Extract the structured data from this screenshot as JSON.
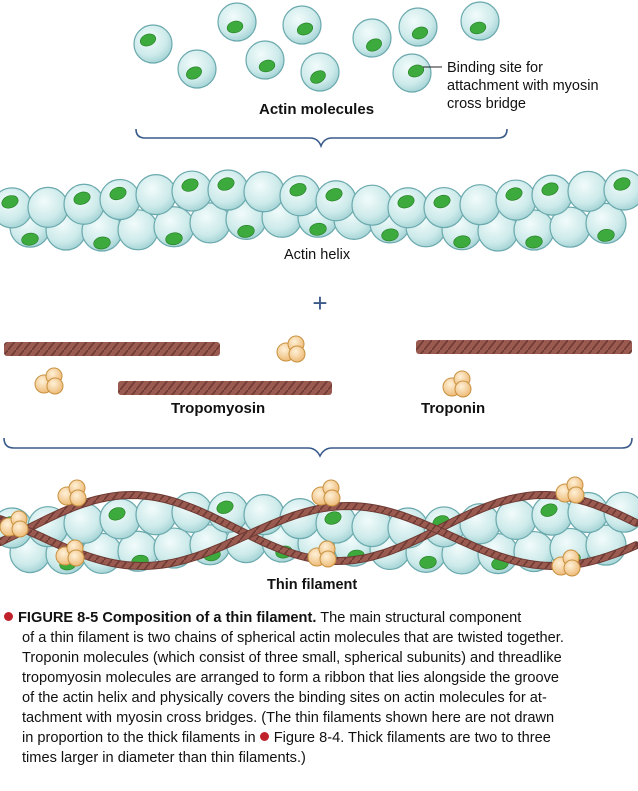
{
  "labels": {
    "actin_molecules": "Actin molecules",
    "binding_site": [
      "Binding site for",
      "attachment with myosin",
      "cross bridge"
    ],
    "actin_helix": "Actin helix",
    "plus": "+",
    "tropomyosin": "Tropomyosin",
    "troponin": "Troponin",
    "thin_filament": "Thin filament"
  },
  "caption": {
    "figure_ref": "FIGURE 8-5",
    "title": "Composition of a thin filament.",
    "lines": [
      "The main structural component",
      "of a thin filament is two chains of spherical actin molecules that are twisted together.",
      "Troponin molecules (which consist of three small, spherical subunits) and threadlike",
      "tropomyosin molecules are arranged to form a ribbon that lies alongside the groove",
      "of the actin helix and physically covers the binding sites on actin molecules for at-",
      "tachment with myosin cross bridges. (The thin filaments shown here are not drawn",
      "in proportion to the thick filaments in",
      "Figure 8-4. Thick filaments are two to three",
      "times larger in diameter than thin filaments.)"
    ]
  },
  "colors": {
    "actin_fill": "#cdeaea",
    "actin_stroke": "#6aa9ad",
    "binding_site": "#3caa3c",
    "tropomyosin": "#9a5a50",
    "troponin": "#f2c890",
    "bullet": "#c0202a"
  }
}
